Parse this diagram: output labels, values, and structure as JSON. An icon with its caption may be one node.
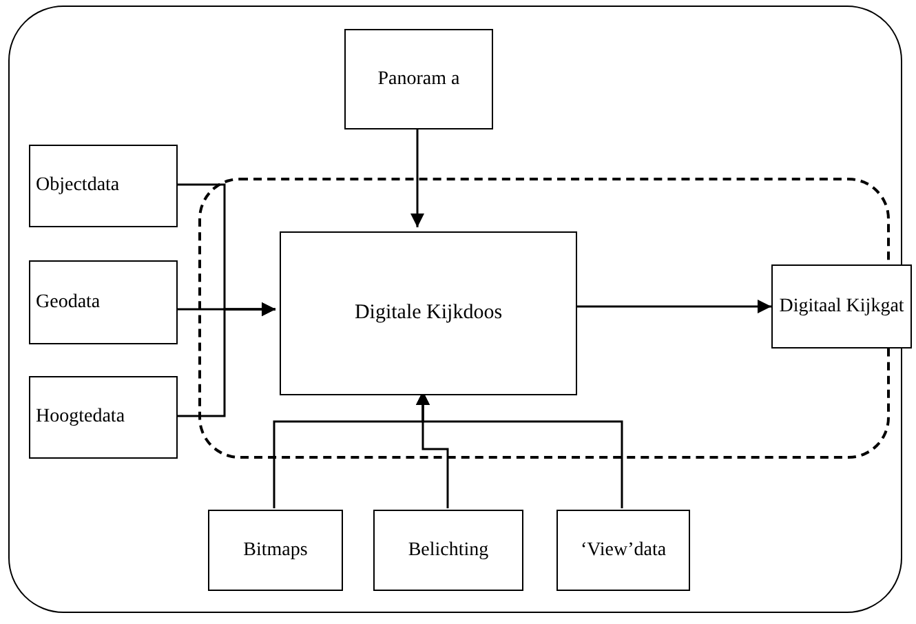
{
  "diagram": {
    "nodes": [
      {
        "text": [],
        "shape": "box"
      },
      {
        "text": [],
        "shape": "box",
        "in": 0
      },
      {
        "text": [
          "Panoram a"
        ],
        "in": 0
      },
      {
        "text": [
          "Objectdata"
        ],
        "in": 0
      },
      {
        "text": [
          "Digitale Kijkdoos"
        ],
        "in": 1
      },
      {
        "text": [
          "Geodata"
        ],
        "in": 0
      },
      {
        "text": [
          "Hoogtedata"
        ],
        "in": 0
      },
      {
        "text": [
          "Digitaal Kijkgat"
        ]
      },
      {
        "text": [
          "Bitmaps"
        ],
        "in": 0
      },
      {
        "text": [
          "Belichting"
        ],
        "in": 0
      },
      {
        "text": [
          "‘View’data"
        ],
        "in": 0
      }
    ],
    "edges": [
      {
        "from": 2,
        "to": 4,
        "arrow": "to"
      },
      {
        "from": 3,
        "to": 4,
        "arrow": "to"
      },
      {
        "from": 5,
        "to": 4,
        "arrow": "to"
      },
      {
        "from": 6,
        "to": 4,
        "arrow": "to"
      },
      {
        "from": 4,
        "to": 7,
        "arrow": "to"
      },
      {
        "from": 8,
        "to": 4,
        "arrow": "to"
      },
      {
        "from": 9,
        "to": 4,
        "arrow": "to"
      },
      {
        "from": 10,
        "to": 4,
        "arrow": "to"
      }
    ]
  }
}
